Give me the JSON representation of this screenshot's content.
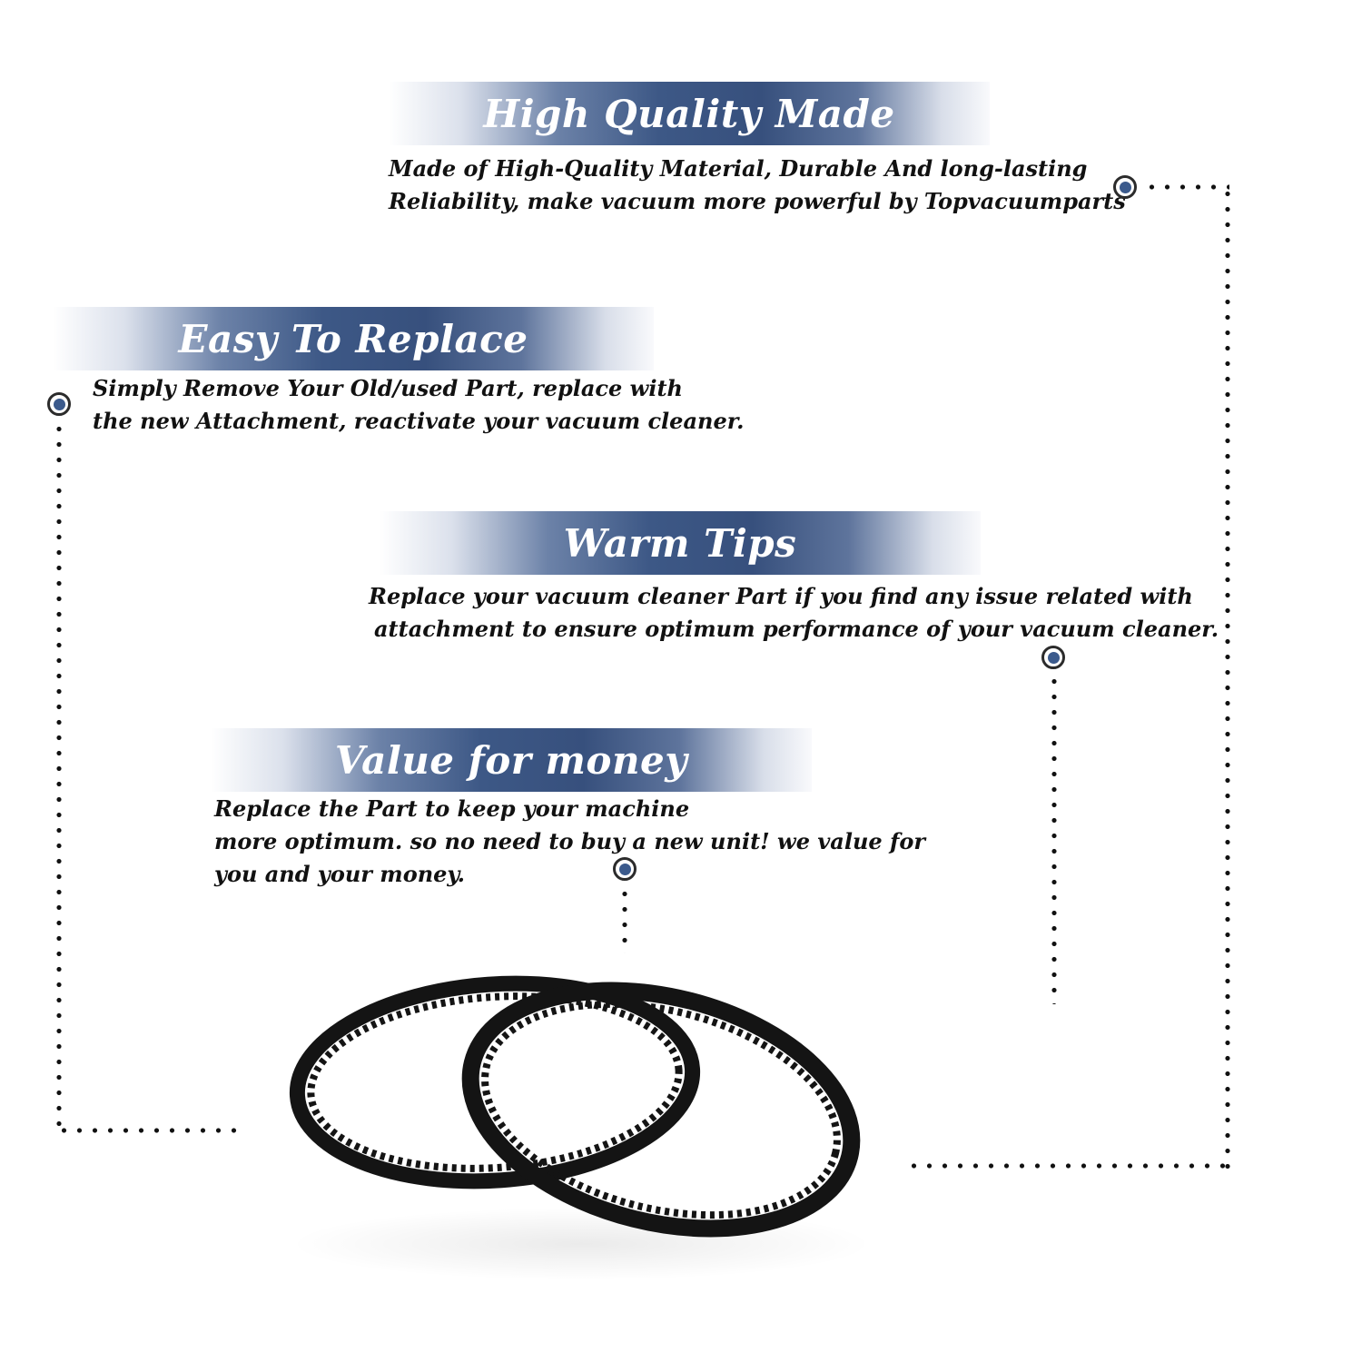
{
  "sections": {
    "quality": {
      "title": "High Quality Made",
      "lines": [
        "Made of  High-Quality Material, Durable And long-lasting",
        "Reliability, make vacuum more powerful by Topvacuumparts"
      ]
    },
    "replace": {
      "title": "Easy To Replace",
      "lines": [
        "Simply Remove Your Old/used Part, replace with",
        "the new Attachment, reactivate your vacuum cleaner."
      ]
    },
    "tips": {
      "title": "Warm Tips",
      "lines": [
        "Replace your vacuum cleaner Part if you find any issue related with",
        "attachment to ensure optimum performance of your vacuum cleaner."
      ]
    },
    "value": {
      "title": "Value for money",
      "lines": [
        "Replace the Part to keep your machine",
        "more optimum. so no need to buy a new unit! we value for",
        "you and your money."
      ]
    }
  },
  "colors": {
    "banner_blue": "#3d5886",
    "bullet_blue": "#3b5a8c",
    "text": "#111111",
    "belt": "#141414"
  },
  "product_image": "two-vacuum-drive-belts"
}
